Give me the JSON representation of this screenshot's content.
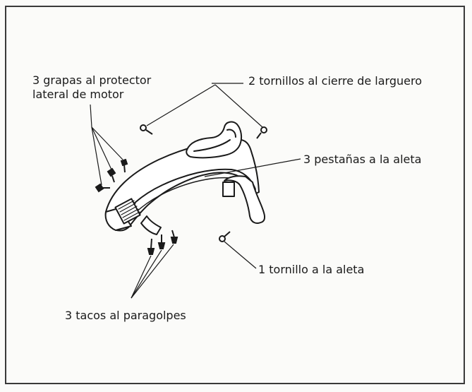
{
  "labels": {
    "grapas_line1": "3 grapas al protector",
    "grapas_line2": "lateral de motor",
    "tornillos_larguero": "2 tornillos al cierre de larguero",
    "pestanas": "3 pestañas a la aleta",
    "tornillo_aleta": "1 tornillo a la aleta",
    "tacos": "3 tacos al paragolpes"
  },
  "colors": {
    "ink": "#1a1a1a",
    "paper": "#fbfbf9",
    "frame": "#3a3a3a"
  }
}
